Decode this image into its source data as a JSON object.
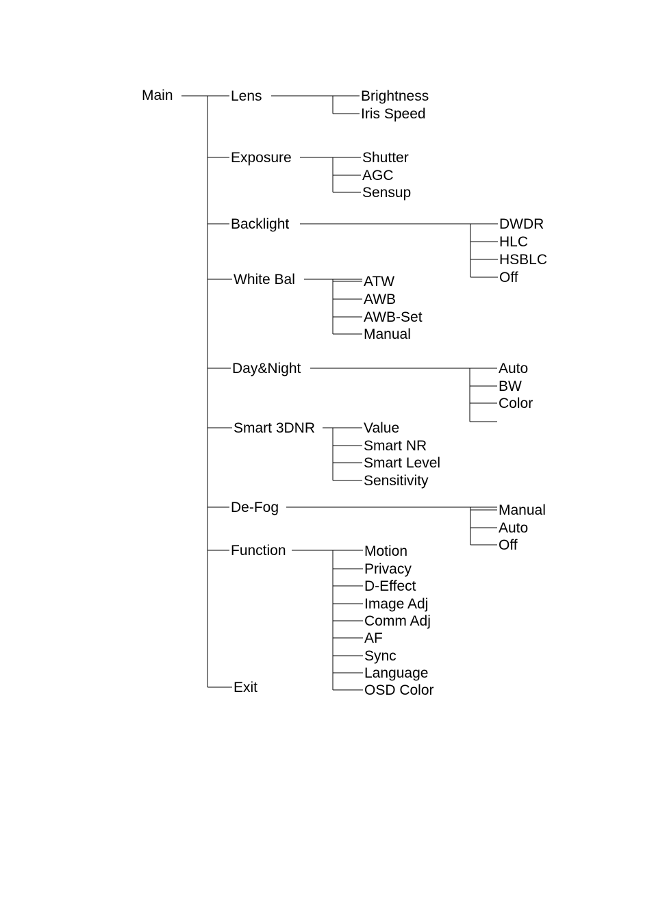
{
  "root": "Main",
  "menus": [
    {
      "label": "Lens",
      "children": [
        "Brightness",
        "Iris Speed"
      ]
    },
    {
      "label": "Exposure",
      "children": [
        "Shutter",
        "AGC",
        "Sensup"
      ]
    },
    {
      "label": "Backlight",
      "children": [
        "DWDR",
        "HLC",
        "HSBLC",
        "Off"
      ]
    },
    {
      "label": "White Bal",
      "children": [
        "ATW",
        "AWB",
        "AWB-Set",
        "Manual"
      ]
    },
    {
      "label": "Day&Night",
      "children": [
        "Auto",
        "BW",
        "Color",
        ""
      ]
    },
    {
      "label": "Smart 3DNR",
      "children": [
        "Value",
        "Smart NR",
        "Smart Level",
        "Sensitivity"
      ]
    },
    {
      "label": "De-Fog",
      "children": [
        "Manual",
        "Auto",
        "Off"
      ]
    },
    {
      "label": "Function",
      "children": [
        "Motion",
        "Privacy",
        "D-Effect",
        "Image Adj",
        "Comm Adj",
        "AF",
        "Sync",
        "Language",
        "OSD Color"
      ]
    },
    {
      "label": "Exit",
      "children": []
    }
  ]
}
